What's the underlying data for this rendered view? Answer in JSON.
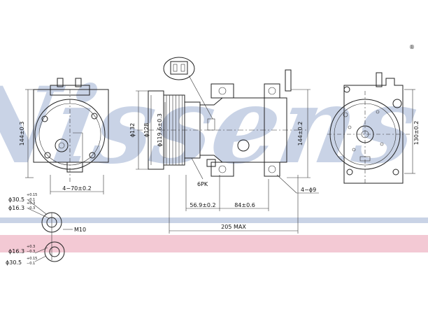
{
  "brand": {
    "watermark_text": "Nissens",
    "registered_mark": "®",
    "watermark_color": "#c9d3e6",
    "band_color": "#f3c9d4"
  },
  "dimensions": {
    "left_height": "144±0.3",
    "left_width": "4−70±0.2",
    "d132": "ϕ132",
    "d128": "ϕ128",
    "d119": "ϕ119.6±0.3",
    "pulley": "6PK",
    "height_mid": "144±0.2",
    "holes": "4−ϕ9",
    "len_569": "56.9±0.2",
    "len_84": "84±0.6",
    "len_205": "205 MAX",
    "right_height": "130±0.2"
  },
  "fittings": {
    "top_outer": "ϕ30.5",
    "top_outer_tol_plus": "+0.15",
    "top_outer_tol_minus": "−0.1",
    "top_inner": "ϕ16.3",
    "top_inner_tol_plus": "+0.3",
    "top_inner_tol_minus": "−0.3",
    "thread": "M10",
    "bot_inner": "ϕ16.3",
    "bot_inner_tol_plus": "+0.3",
    "bot_inner_tol_minus": "−0.3",
    "bot_outer": "ϕ30.5",
    "bot_outer_tol_plus": "+0.15",
    "bot_outer_tol_minus": "−0.1"
  }
}
